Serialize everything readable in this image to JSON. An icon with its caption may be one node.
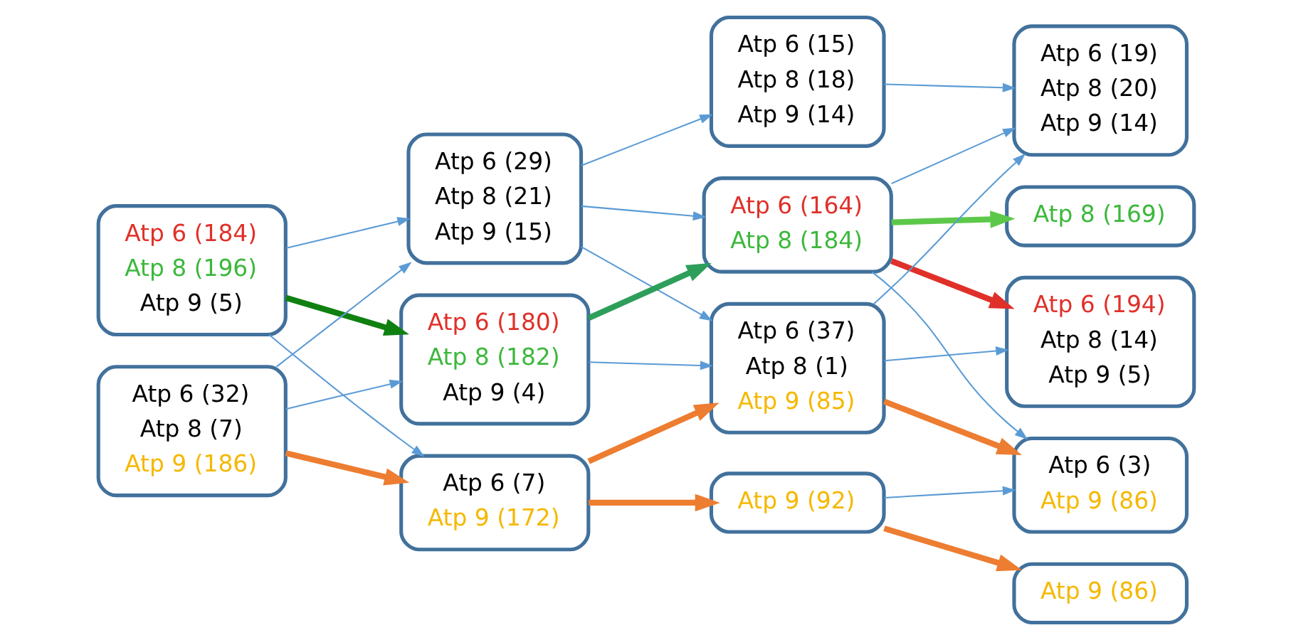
{
  "diagram": {
    "nodes": [
      {
        "text": [
          "Atp 6 (184)",
          "Atp 8 (196)",
          "Atp 9 (5)"
        ]
      },
      {
        "text": [
          "Atp 6 (32)",
          "Atp 8 (7)",
          "Atp 9 (186)"
        ]
      },
      {
        "text": [
          "Atp 6 (29)",
          "Atp 8 (21)",
          "Atp 9 (15)"
        ]
      },
      {
        "text": [
          "Atp 6 (180)",
          "Atp 8 (182)",
          "Atp 9 (4)"
        ]
      },
      {
        "text": [
          "Atp 6 (7)",
          "Atp 9 (172)"
        ]
      },
      {
        "text": [
          "Atp 6 (164)",
          "Atp 8 (184)"
        ]
      },
      {
        "text": [
          "Atp 6 (37)",
          "Atp 8 (1)",
          "Atp 9 (85)"
        ]
      },
      {
        "text": [
          "Atp 6 (15)",
          "Atp 8 (18)",
          "Atp 9 (14)"
        ]
      },
      {
        "text": [
          "Atp 9 (92)"
        ]
      },
      {
        "text": [
          "Atp 8 (169)"
        ]
      },
      {
        "text": [
          "Atp 6 (194)",
          "Atp 8 (14)",
          "Atp 9 (5)"
        ]
      },
      {
        "text": [
          "Atp 6 (3)",
          "Atp 9 (86)"
        ]
      },
      {
        "text": [
          "Atp 6 (19)",
          "Atp 8 (20)",
          "Atp 9 (14)"
        ]
      },
      {
        "text": [
          "Atp 9 (86)"
        ]
      }
    ],
    "edges": [
      {
        "from": 0,
        "to": 2,
        "arrow": "to"
      },
      {
        "from": 0,
        "to": 3,
        "arrow": "to",
        "style": "thick",
        "color": "#108010"
      },
      {
        "from": 0,
        "to": 4,
        "arrow": "to"
      },
      {
        "from": 1,
        "to": 2,
        "arrow": "to"
      },
      {
        "from": 1,
        "to": 3,
        "arrow": "to"
      },
      {
        "from": 1,
        "to": 4,
        "arrow": "to",
        "style": "thick",
        "color": "#ed7d31"
      },
      {
        "from": 2,
        "to": 5,
        "arrow": "to"
      },
      {
        "from": 2,
        "to": 6,
        "arrow": "to"
      },
      {
        "from": 2,
        "to": 7,
        "arrow": "to"
      },
      {
        "from": 3,
        "to": 5,
        "arrow": "to",
        "style": "thick",
        "color": "#2e9e5b"
      },
      {
        "from": 3,
        "to": 6,
        "arrow": "to"
      },
      {
        "from": 4,
        "to": 6,
        "arrow": "to",
        "style": "thick",
        "color": "#ed7d31"
      },
      {
        "from": 4,
        "to": 8,
        "arrow": "to",
        "style": "thick",
        "color": "#ed7d31"
      },
      {
        "from": 5,
        "to": 9,
        "arrow": "to",
        "style": "thick",
        "color": "#5cc84a"
      },
      {
        "from": 5,
        "to": 10,
        "arrow": "to",
        "style": "thick",
        "color": "#e0302a"
      },
      {
        "from": 5,
        "to": 11,
        "arrow": "to"
      },
      {
        "from": 5,
        "to": 12,
        "arrow": "to"
      },
      {
        "from": 6,
        "to": 10,
        "arrow": "to"
      },
      {
        "from": 6,
        "to": 11,
        "arrow": "to",
        "style": "thick",
        "color": "#ed7d31"
      },
      {
        "from": 6,
        "to": 12,
        "arrow": "to"
      },
      {
        "from": 7,
        "to": 12,
        "arrow": "to"
      },
      {
        "from": 8,
        "to": 11,
        "arrow": "to"
      },
      {
        "from": 8,
        "to": 13,
        "arrow": "to",
        "style": "thick",
        "color": "#ed7d31"
      }
    ]
  }
}
